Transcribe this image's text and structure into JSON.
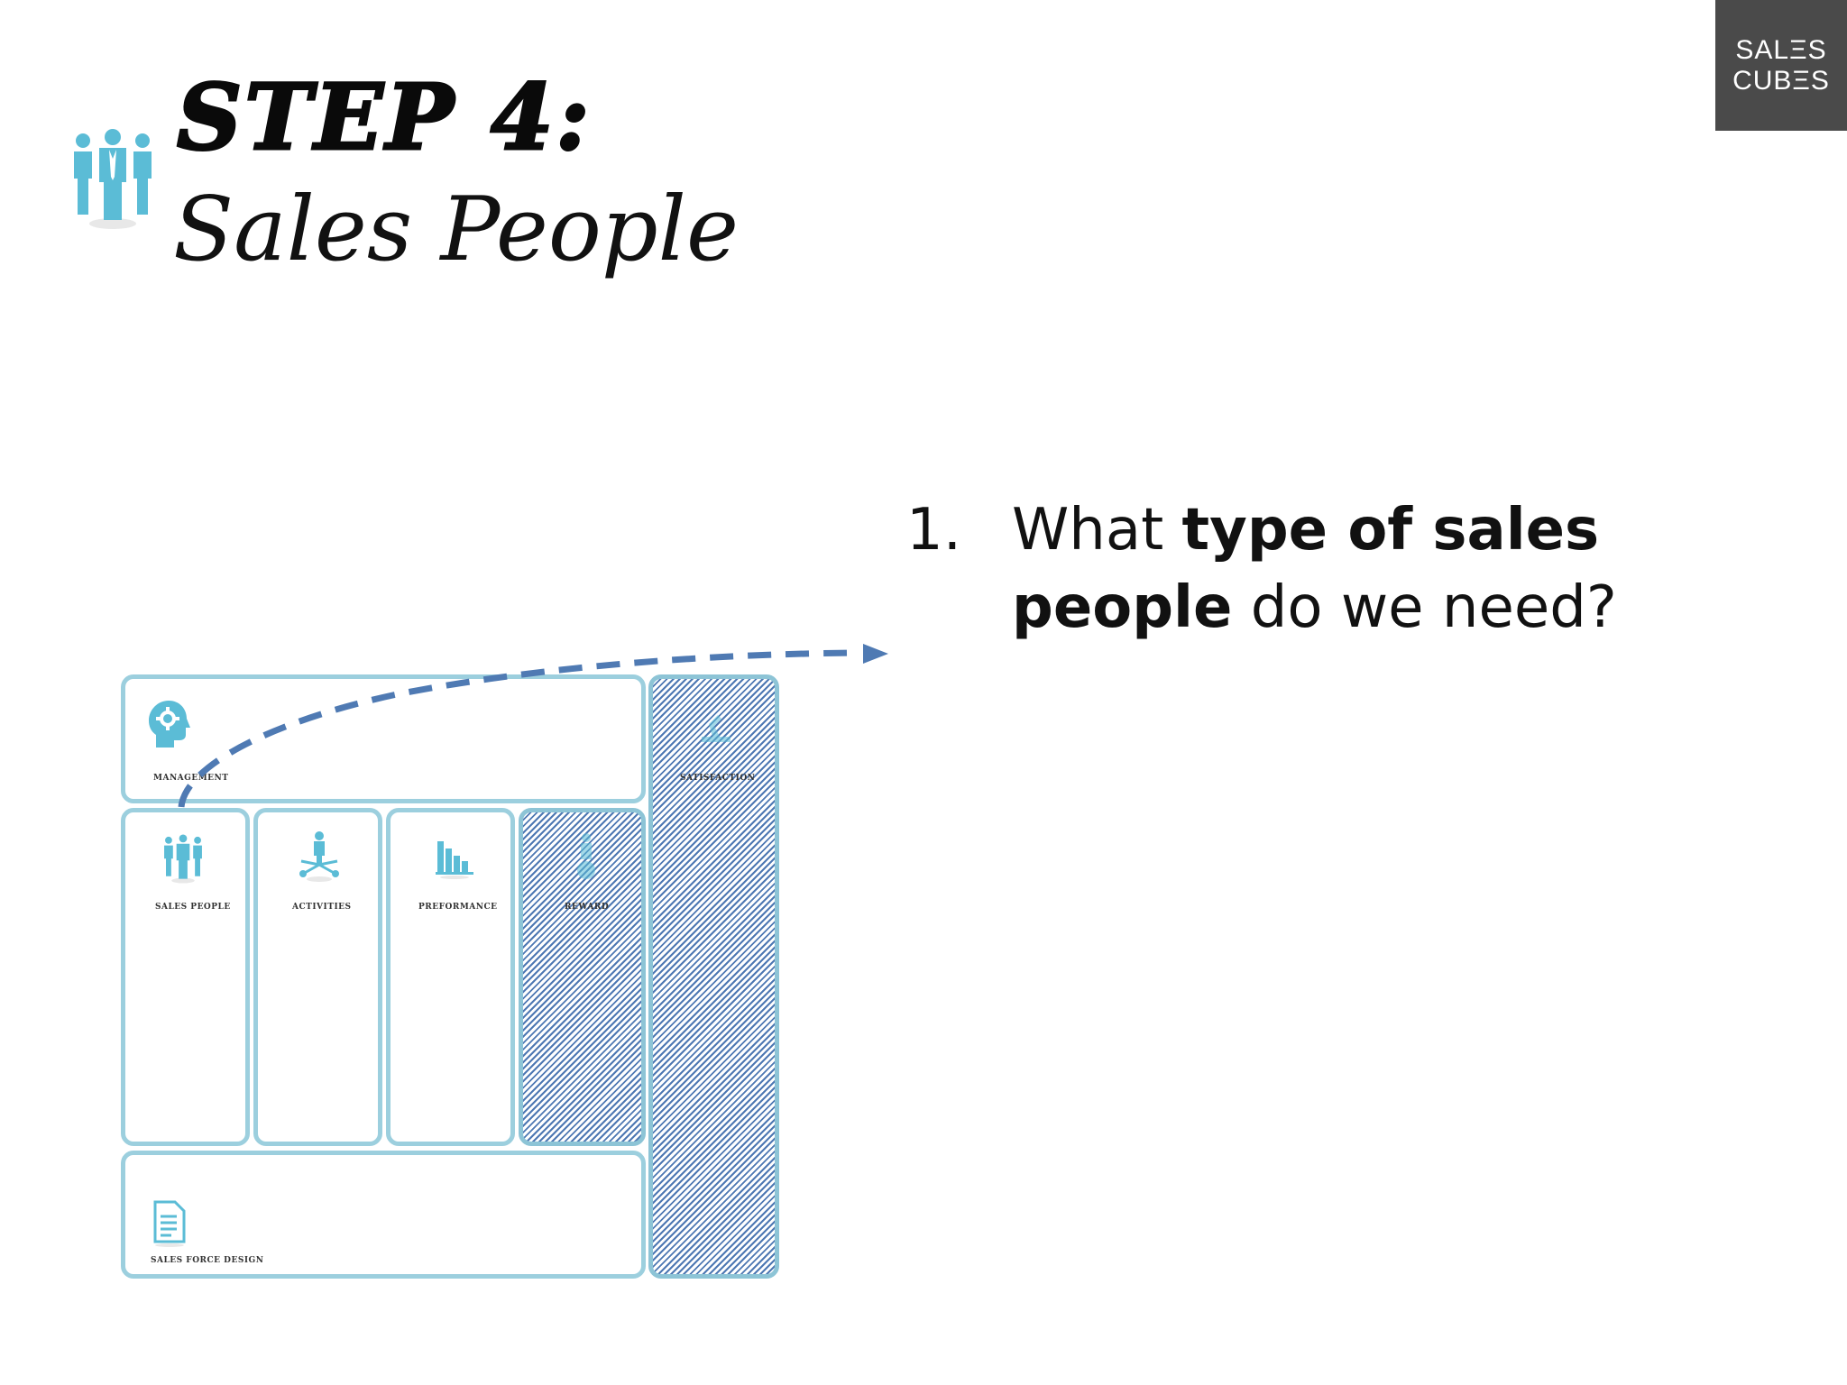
{
  "logo": {
    "line1": "SALΞS",
    "line2": "CUBΞS"
  },
  "title": {
    "step": "STEP 4:",
    "subtitle": "Sales People",
    "icon": "sales-people-icon"
  },
  "question": {
    "number": "1.",
    "pre": "What ",
    "bold1": "type of sales",
    "bold2": "people",
    "post": " do we need?"
  },
  "canvas": {
    "blocks": {
      "management": {
        "label": "MANAGEMENT",
        "icon": "management-head-gear-icon"
      },
      "satisfaction": {
        "label": "SATISFACTION",
        "icon": "satisfaction-icon"
      },
      "sales_people": {
        "label": "SALES PEOPLE",
        "icon": "sales-people-icon"
      },
      "activities": {
        "label": "ACTIVITIES",
        "icon": "activities-icon"
      },
      "performance": {
        "label": "PREFORMANCE",
        "icon": "performance-bar-chart-icon"
      },
      "reward": {
        "label": "REWARD",
        "icon": "reward-icon"
      },
      "sales_force_design": {
        "label": "SALES FORCE DESIGN",
        "icon": "document-icon"
      }
    }
  },
  "colors": {
    "accent": "#5bbcd6",
    "canvas_border": "#9ccfde",
    "hatch": "#4e78b3",
    "arrow": "#4f7ab3",
    "logo_bg": "#4a4a4a"
  }
}
